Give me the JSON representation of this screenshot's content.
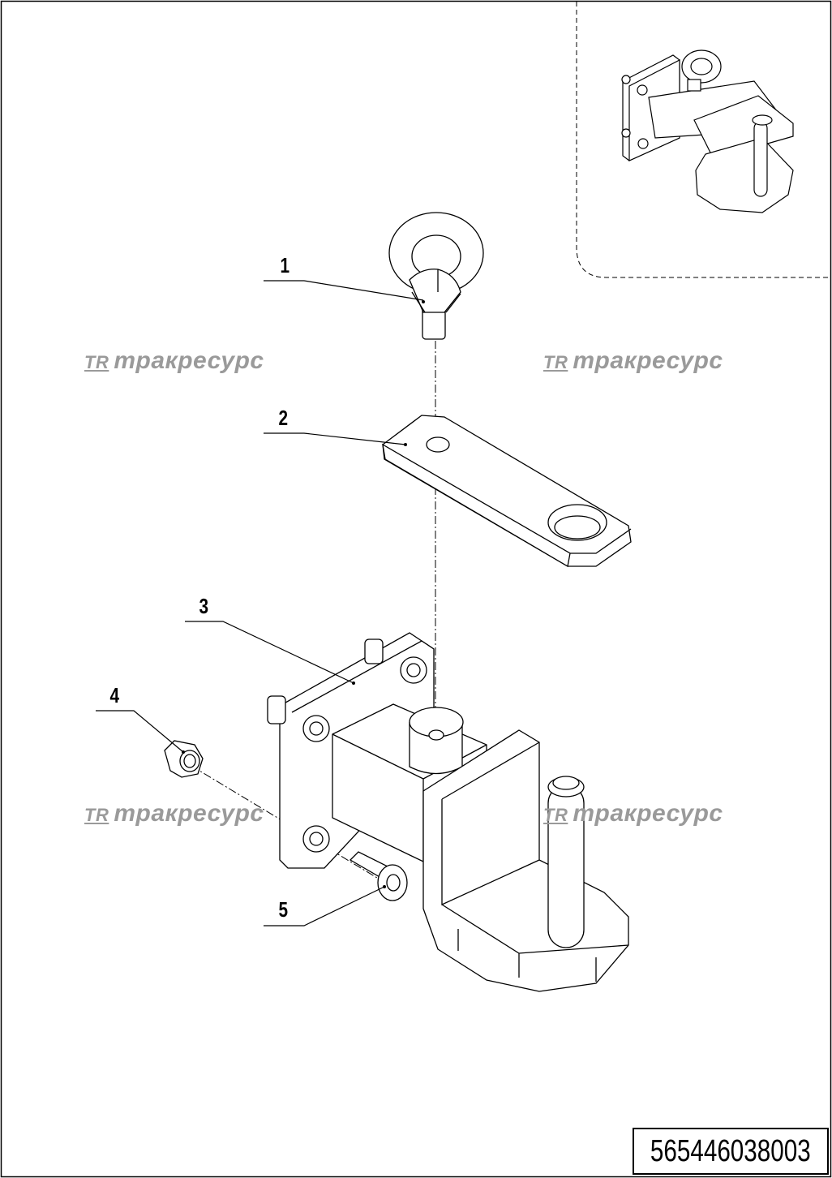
{
  "watermark": {
    "logo": "TR",
    "text": "тракресурс"
  },
  "callouts": {
    "c1": "1",
    "c2": "2",
    "c3": "3",
    "c4": "4",
    "c5": "5"
  },
  "drawing_code": "565446038003",
  "parts": [
    {
      "id": 1,
      "name": "eye-bolt-icon"
    },
    {
      "id": 2,
      "name": "link-plate-icon"
    },
    {
      "id": 3,
      "name": "tow-hitch-bracket-icon"
    },
    {
      "id": 4,
      "name": "hex-nut-icon"
    },
    {
      "id": 5,
      "name": "bolt-icon"
    }
  ]
}
